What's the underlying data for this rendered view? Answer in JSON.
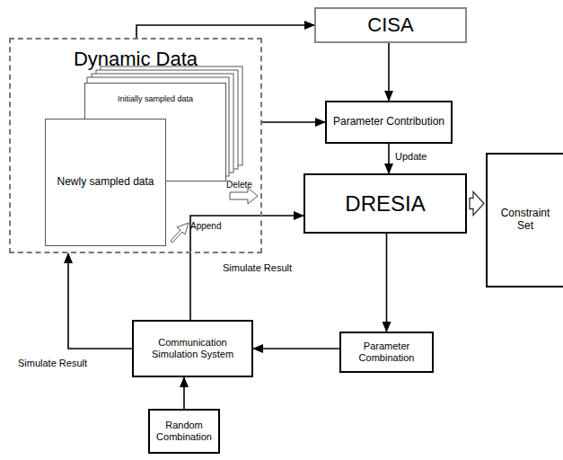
{
  "diagram": {
    "nodes": [
      {
        "text": [
          "Dynamic Data"
        ]
      },
      {
        "text": [
          "Initially sampled data"
        ],
        "in": 0
      },
      {
        "text": [
          "Newly sampled data"
        ],
        "in": 0
      },
      {
        "text": [
          "CISA"
        ]
      },
      {
        "text": [
          "Parameter Contribution"
        ]
      },
      {
        "text": [
          "DRESIA"
        ]
      },
      {
        "text": [
          "Constraint Set"
        ]
      },
      {
        "text": [
          "Parameter Combination"
        ]
      },
      {
        "text": [
          "Communication Simulation System"
        ]
      },
      {
        "text": [
          "Random Combination"
        ]
      }
    ],
    "edges": [
      {
        "from": 0,
        "to": 3,
        "arrow": "to"
      },
      {
        "from": 3,
        "to": 4,
        "arrow": "to"
      },
      {
        "from": 0,
        "to": 4,
        "arrow": "to"
      },
      {
        "from": 4,
        "to": 5,
        "label": "Update",
        "arrow": "to"
      },
      {
        "from": 5,
        "to": 6,
        "arrow": "to"
      },
      {
        "from": 5,
        "to": 7,
        "arrow": "to"
      },
      {
        "from": 7,
        "to": 8,
        "arrow": "to"
      },
      {
        "from": 8,
        "to": 5,
        "label": "Simulate Result",
        "arrow": "to"
      },
      {
        "from": 8,
        "to": 0,
        "label": "Simulate Result",
        "arrow": "to"
      },
      {
        "from": 9,
        "to": 8,
        "arrow": "to"
      }
    ],
    "labels": [
      "Delete",
      "Append"
    ]
  }
}
